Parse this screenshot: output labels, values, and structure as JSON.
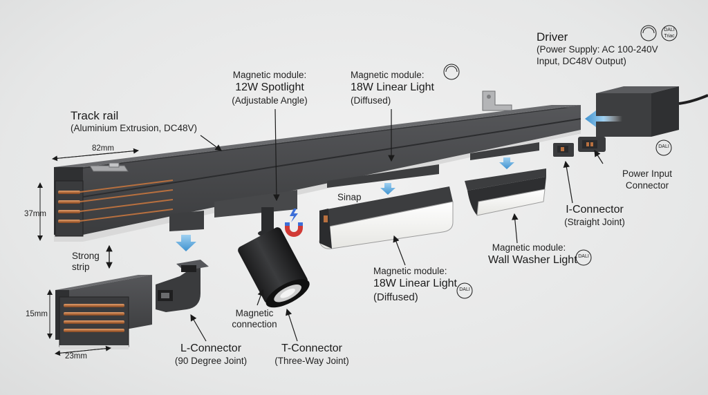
{
  "labels": {
    "track_rail_title": "Track rail",
    "track_rail_sub": "(Aluminium Extrusion, DC48V)",
    "spot_line1": "Magnetic module:",
    "spot_line2": "12W Spotlight",
    "spot_line3": "(Adjustable Angle)",
    "linear_top_line1": "Magnetic module:",
    "linear_top_line2": "18W Linear Light",
    "linear_top_line3": "(Diffused)",
    "driver_title": "Driver",
    "driver_line1": "(Power Supply: AC 100-240V",
    "driver_line2": "Input, DC48V Output)",
    "power_input_line1": "Power Input",
    "power_input_line2": "Connector",
    "i_connector_line1": "I-Connector",
    "i_connector_line2": "(Straight Joint)",
    "wall_washer_line1": "Magnetic module:",
    "wall_washer_line2": "Wall Washer Light",
    "linear_bottom_line1": "Magnetic module:",
    "linear_bottom_line2": "18W Linear Light",
    "linear_bottom_line3": "(Diffused)",
    "snap": "Sinap",
    "strong_strip_line1": "Strong",
    "strong_strip_line2": "strip",
    "magnetic_connection_line1": "Magnetic",
    "magnetic_connection_line2": "connection",
    "l_connector_line1": "L-Connector",
    "l_connector_line2": "(90 Degree Joint)",
    "t_connector_line1": "T-Connector",
    "t_connector_line2": "(Three-Way Joint)"
  },
  "dimensions": {
    "rail_width": "82mm",
    "rail_height": "37mm",
    "strip_height": "15mm",
    "strip_width": "23mm"
  },
  "badges": {
    "dali": "DALI",
    "dali_triac_line1": "DALI",
    "dali_triac_line2": "Triac"
  },
  "colors": {
    "rail": "#4a4b4d",
    "rail_dark": "#38393b",
    "copper": "#b8703f",
    "arrow_blue": "#5aa6dc",
    "diffuser": "#f7f7f5"
  },
  "icons": [
    "dimmer-icon",
    "dali-badge-icon",
    "dali-triac-badge-icon",
    "magnet-icon",
    "lightning-icon",
    "down-arrow-icon"
  ]
}
